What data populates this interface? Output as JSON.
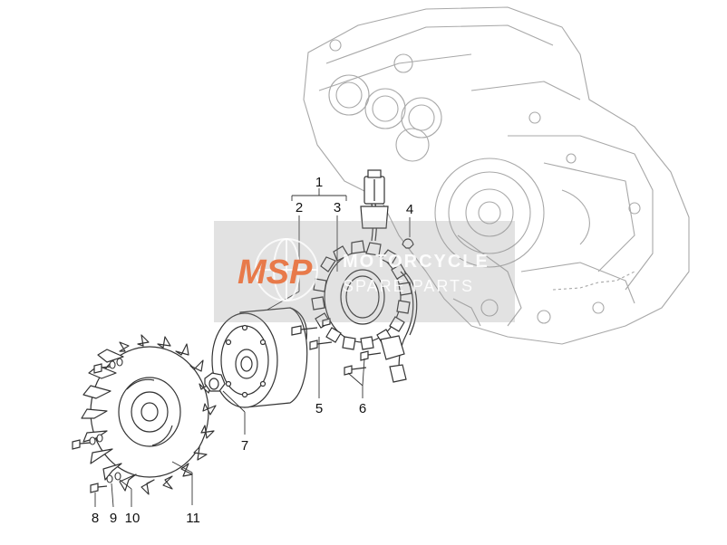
{
  "watermark": {
    "logo_text": "MSP",
    "line1": "MOTORCYCLE",
    "line2": "SPARE PARTS",
    "accent_color": "#e87a4a"
  },
  "callouts": {
    "p1": "1",
    "p2": "2",
    "p3": "3",
    "p4": "4",
    "p5": "5",
    "p6": "6",
    "p7": "7",
    "p8": "8",
    "p9": "9",
    "p10": "10",
    "p11": "11"
  },
  "colors": {
    "line": "#333333",
    "ghost": "#9a9a9a"
  }
}
